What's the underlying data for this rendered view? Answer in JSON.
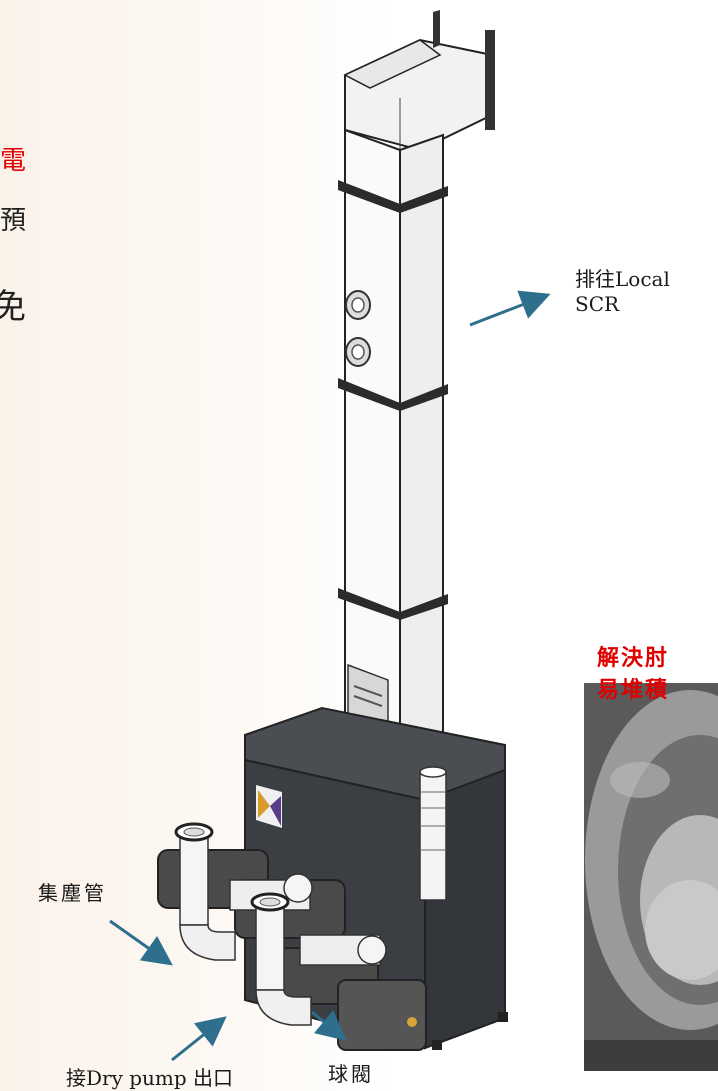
{
  "left_cropped_text": {
    "line1": "電",
    "line2": "預",
    "line3": "免"
  },
  "labels": {
    "exhaust": "排往Local\nSCR",
    "exhaust_line1": "排往Local",
    "exhaust_line2": "SCR",
    "dust_pipe": "集塵管",
    "dry_pump": "接Dry pump 出口",
    "ball_valve": "球閥"
  },
  "red_note": {
    "line1": "解決肘",
    "line2": "易堆積"
  },
  "colors": {
    "red_text": "#e00000",
    "arrow": "#2e6f8e",
    "body_dark": "#3b3e42",
    "duct": "#f4f4f4"
  }
}
